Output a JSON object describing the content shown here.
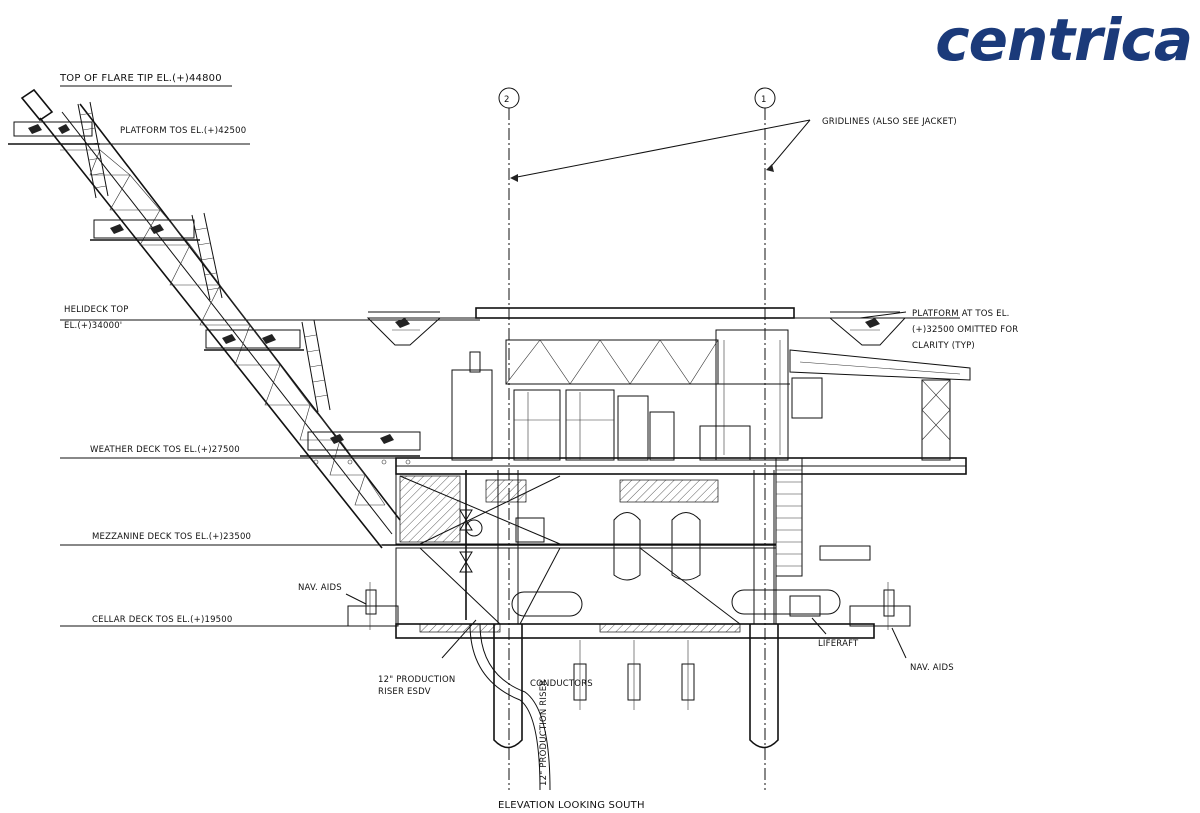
{
  "logo": {
    "text": "centrica",
    "color": "#1b3a7a"
  },
  "title": "ELEVATION LOOKING SOUTH",
  "gridlines": {
    "labels": [
      "2",
      "1"
    ],
    "note": "GRIDLINES (ALSO SEE JACKET)"
  },
  "elevations": {
    "flare_tip": "TOP OF FLARE TIP EL.(+)44800",
    "platform": "PLATFORM TOS EL.(+)42500",
    "helideck_1": "HELIDECK TOP",
    "helideck_2": "EL.(+)34000'",
    "weather_deck": "WEATHER DECK TOS EL.(+)27500",
    "mezzanine_deck": "MEZZANINE DECK TOS EL.(+)23500",
    "cellar_deck": "CELLAR DECK TOS EL.(+)19500"
  },
  "notes": {
    "platform_omitted_1": "PLATFORM AT TOS EL.",
    "platform_omitted_2": "(+)32500 OMITTED FOR",
    "platform_omitted_3": "CLARITY (TYP)",
    "nav_aids_left": "NAV. AIDS",
    "nav_aids_right": "NAV. AIDS",
    "liferaft": "LIFERAFT",
    "riser_esdv_1": "12\" PRODUCTION",
    "riser_esdv_2": "RISER ESDV",
    "conductors": "CONDUCTORS",
    "riser_vertical": "12\" PRODUCTION RISER"
  }
}
